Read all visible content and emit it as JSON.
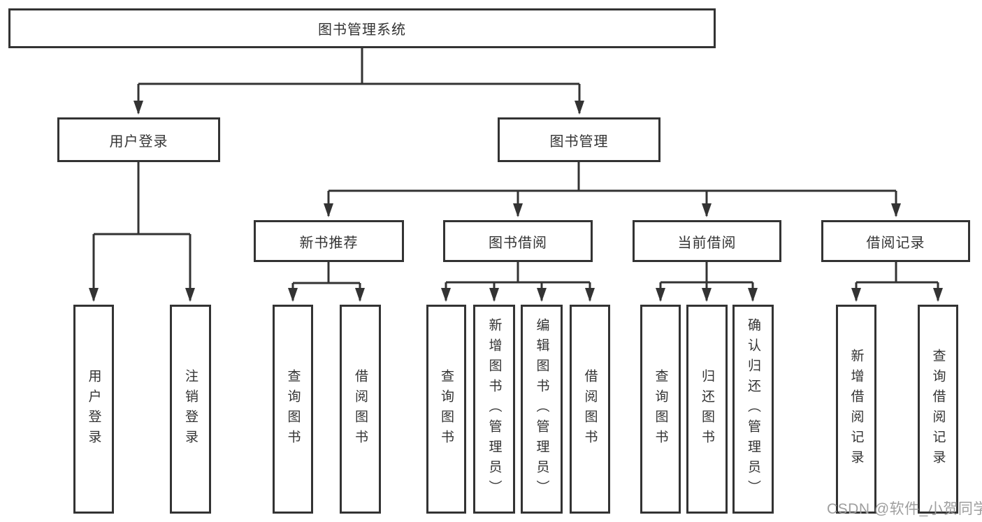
{
  "diagram_title": "图书管理系统",
  "colors": {
    "line": "#333333",
    "text": "#333333",
    "background": "#ffffff",
    "watermark": "#9e9e9e"
  },
  "nodes": {
    "root": {
      "label": "图书管理系统"
    },
    "level2": [
      {
        "label": "用户登录"
      },
      {
        "label": "图书管理"
      }
    ],
    "level3": [
      {
        "label": "新书推荐"
      },
      {
        "label": "图书借阅"
      },
      {
        "label": "当前借阅"
      },
      {
        "label": "借阅记录"
      }
    ],
    "leaves": {
      "user_login": [
        "用户登录",
        "注销登录"
      ],
      "new_book_rec": [
        "查询图书",
        "借阅图书"
      ],
      "book_borrow": [
        "查询图书",
        "新增图书（管理员）",
        "编辑图书（管理员）",
        "借阅图书"
      ],
      "current_borrow": [
        "查询图书",
        "归还图书",
        "确认归还（管理员）"
      ],
      "borrow_records": [
        "新增借阅记录",
        "查询借阅记录"
      ]
    }
  },
  "watermark": "CSDN @软件_小贺同学"
}
